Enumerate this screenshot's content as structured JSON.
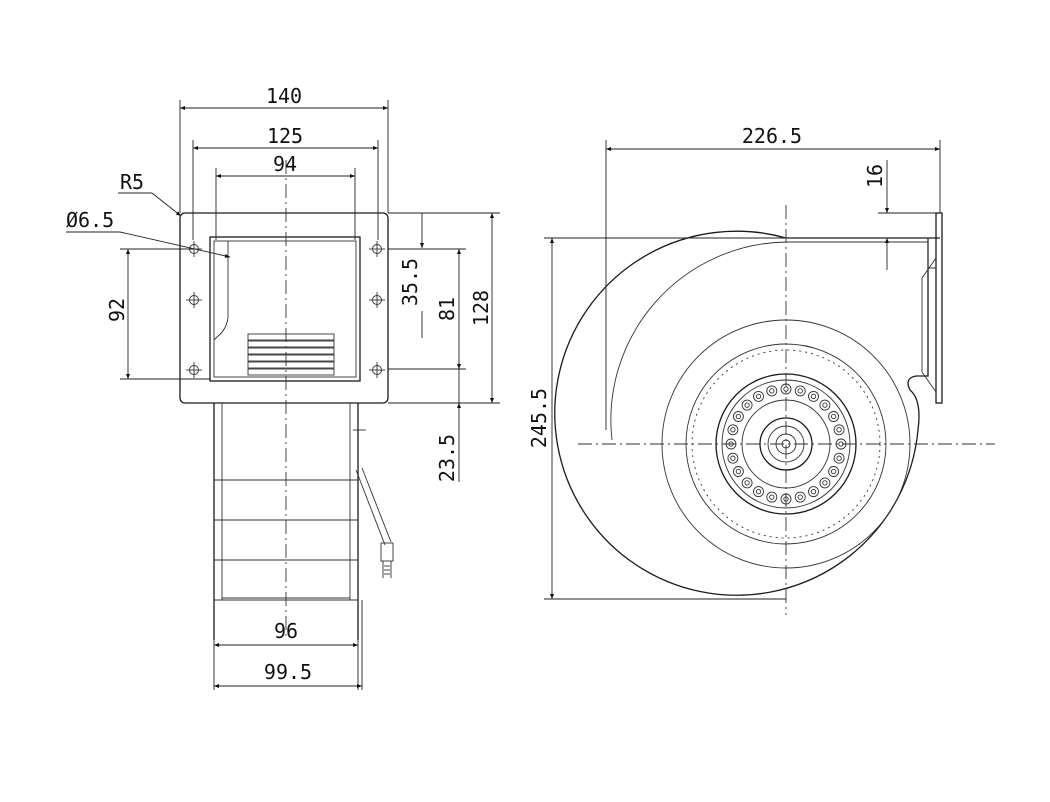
{
  "drawing": {
    "front_view": {
      "width_140": "140",
      "width_125": "125",
      "width_94": "94",
      "radius": "R5",
      "hole": "Ø6.5",
      "height_92": "92",
      "height_35_5": "35.5",
      "height_81": "81",
      "height_128": "128",
      "offset_23_5": "23.5",
      "width_96": "96",
      "width_99_5": "99.5"
    },
    "side_view": {
      "width_226_5": "226.5",
      "flange_16": "16",
      "height_245_5": "245.5"
    }
  }
}
